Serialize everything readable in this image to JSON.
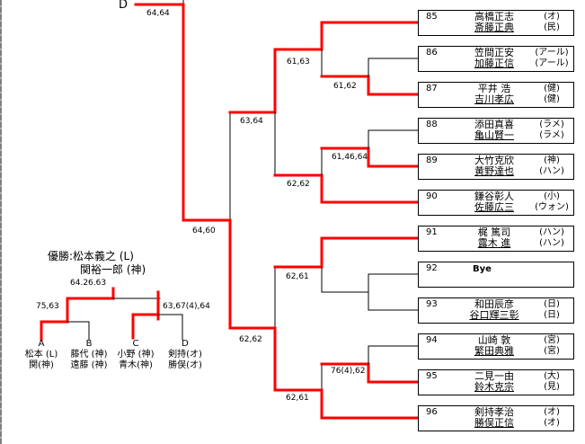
{
  "bracket": {
    "section_label": "D",
    "line_colors": {
      "winner": "#ff0000",
      "loser": "#000000"
    },
    "entries": [
      {
        "seed": "85",
        "player1": "高橋正志",
        "club1": "(オ)",
        "player2": "斎藤正典",
        "club2": "(民)"
      },
      {
        "seed": "86",
        "player1": "笠間正安",
        "club1": "(アール)",
        "player2": "加藤正信",
        "club2": "(アール)"
      },
      {
        "seed": "87",
        "player1": "平井 浩",
        "club1": "(健)",
        "player2": "吉川孝広",
        "club2": "(健)"
      },
      {
        "seed": "88",
        "player1": "添田真喜",
        "club1": "(ラメ)",
        "player2": "亀山賢一",
        "club2": "(ラメ)"
      },
      {
        "seed": "89",
        "player1": "大竹克欣",
        "club1": "(神)",
        "player2": "黄野達也",
        "club2": "(ハン)"
      },
      {
        "seed": "90",
        "player1": "鎌谷彰人",
        "club1": "(小)",
        "player2": "佐藤広三",
        "club2": "(ウォン)"
      },
      {
        "seed": "91",
        "player1": "梶 篤司",
        "club1": "(ハン)",
        "player2": "露木 進",
        "club2": "(ハン)"
      },
      {
        "seed": "92",
        "bye": "Bye"
      },
      {
        "seed": "93",
        "player1": "和田辰彦",
        "club1": "(日)",
        "player2": "谷口輝三彰",
        "club2": "(日)"
      },
      {
        "seed": "94",
        "player1": "山崎 敦",
        "club1": "(宮)",
        "player2": "繁田典雅",
        "club2": "(宮)"
      },
      {
        "seed": "95",
        "player1": "二見一由",
        "club1": "(大)",
        "player2": "鈴木克宗",
        "club2": "(見)"
      },
      {
        "seed": "96",
        "player1": "剣持孝治",
        "club1": "(オ)",
        "player2": "勝俣正信",
        "club2": "(オ)"
      }
    ],
    "scores": {
      "final_d": "64,64",
      "r1_86_87": "61,62",
      "r2_85": "61,63",
      "r1_88_89": "61,46,64",
      "r2_90": "62,62",
      "r3_top": "63,64",
      "r4": "64,60",
      "r2_91": "62,61",
      "r3_bottom": "62,62",
      "r1_94_95": "76(4),62",
      "r2_96": "62,61"
    }
  },
  "final_bracket": {
    "champion_label": "優勝:",
    "champion1": "松本義之 (L)",
    "champion2": "関裕一郎 (神)",
    "final_score": "64.26.63",
    "semi_left_score": "75,63",
    "semi_right_score": "63,67(4),64",
    "blocks": [
      {
        "letter": "A",
        "name1": "松本 (L)",
        "name2": "関(神)"
      },
      {
        "letter": "B",
        "name1": "藤代 (神)",
        "name2": "遠藤 (神)"
      },
      {
        "letter": "C",
        "name1": "小野 (神)",
        "name2": "青木(神)"
      },
      {
        "letter": "D",
        "name1": "剣持(オ)",
        "name2": "勝俣(オ)"
      }
    ]
  }
}
